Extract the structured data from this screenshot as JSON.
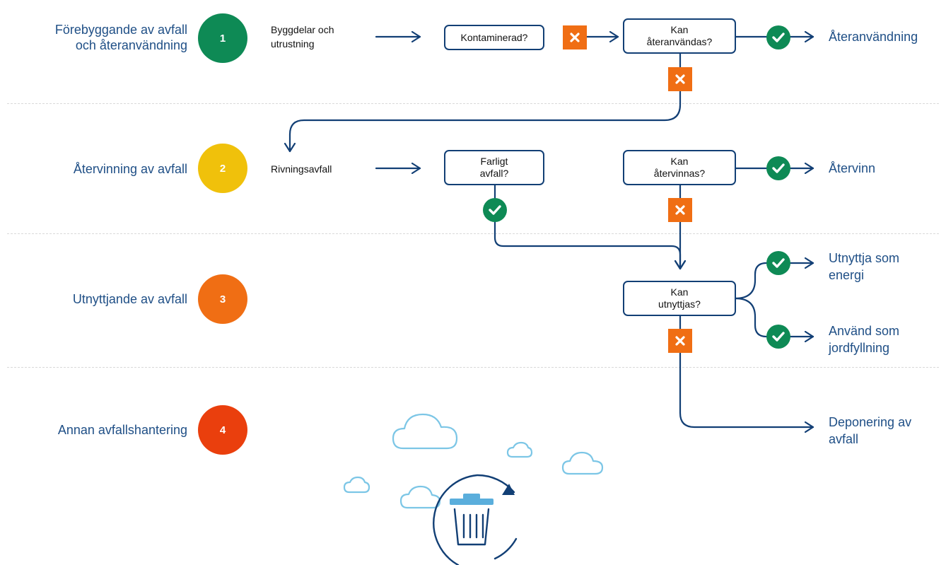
{
  "levels": [
    {
      "label_line1": "Förebyggande av avfall",
      "label_line2": "och återanvändning",
      "number": "1",
      "color": "#0e8a55"
    },
    {
      "label": "Återvinning av avfall",
      "number": "2",
      "color": "#f0c10b"
    },
    {
      "label": "Utnyttjande av avfall",
      "number": "3",
      "color": "#f06e14"
    },
    {
      "label": "Annan avfallshantering",
      "number": "4",
      "color": "#ea3f0d"
    }
  ],
  "sources": {
    "row1_line1": "Byggdelar och",
    "row1_line2": "utrustning",
    "row2": "Rivningsavfall"
  },
  "decisions": {
    "contaminated": "Kontaminerad?",
    "reusable_line1": "Kan",
    "reusable_line2": "återanvändas?",
    "hazardous_line1": "Farligt",
    "hazardous_line2": "avfall?",
    "recyclable_line1": "Kan",
    "recyclable_line2": "återvinnas?",
    "usable_line1": "Kan",
    "usable_line2": "utnyttjas?"
  },
  "outcomes": {
    "reuse": "Återanvändning",
    "recycle": "Återvinn",
    "energy_line1": "Utnyttja som",
    "energy_line2": "energi",
    "fill_line1": "Använd som",
    "fill_line2": "jordfyllning",
    "landfill_line1": "Deponering av",
    "landfill_line2": "avfall"
  },
  "icons": {
    "yes": "check-icon",
    "no": "cross-icon",
    "illustration": "trash-bin-cycle-icon"
  },
  "colors": {
    "line": "#123f75",
    "label": "#1f4f86",
    "yes": "#0e8a55",
    "no": "#f06e14",
    "cloud": "#7cc6e6",
    "bin": "#5aaedc"
  }
}
